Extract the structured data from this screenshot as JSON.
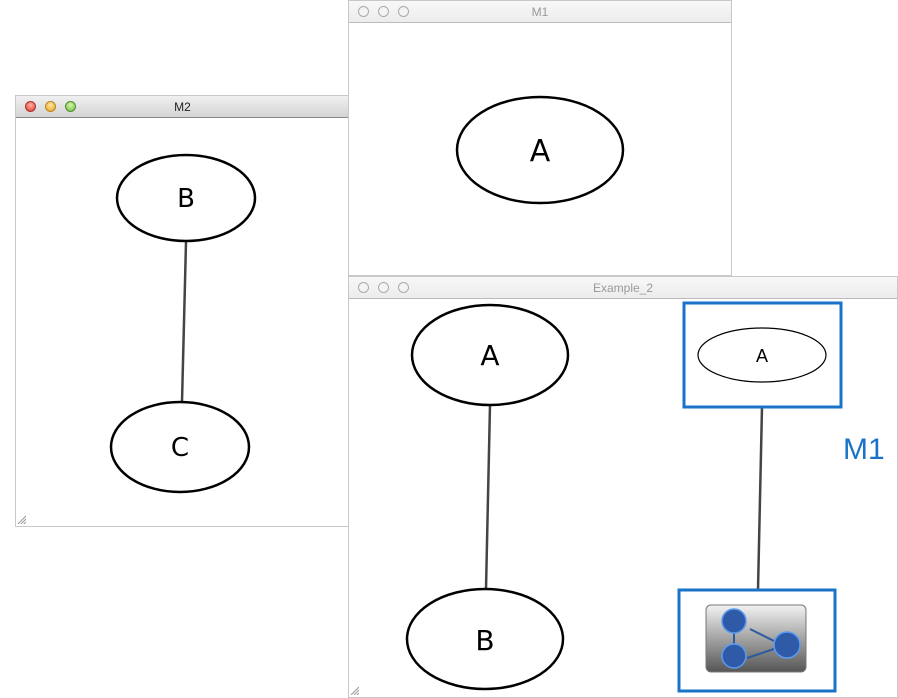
{
  "windows": {
    "m2": {
      "title": "M2",
      "nodes": [
        "B",
        "C"
      ]
    },
    "m1": {
      "title": "M1",
      "nodes": [
        "A"
      ]
    },
    "example": {
      "title": "Example_2",
      "nodes": [
        "A",
        "B"
      ],
      "group_node_label": "A",
      "group_label": "M1",
      "accent": "#1a73c8"
    }
  }
}
